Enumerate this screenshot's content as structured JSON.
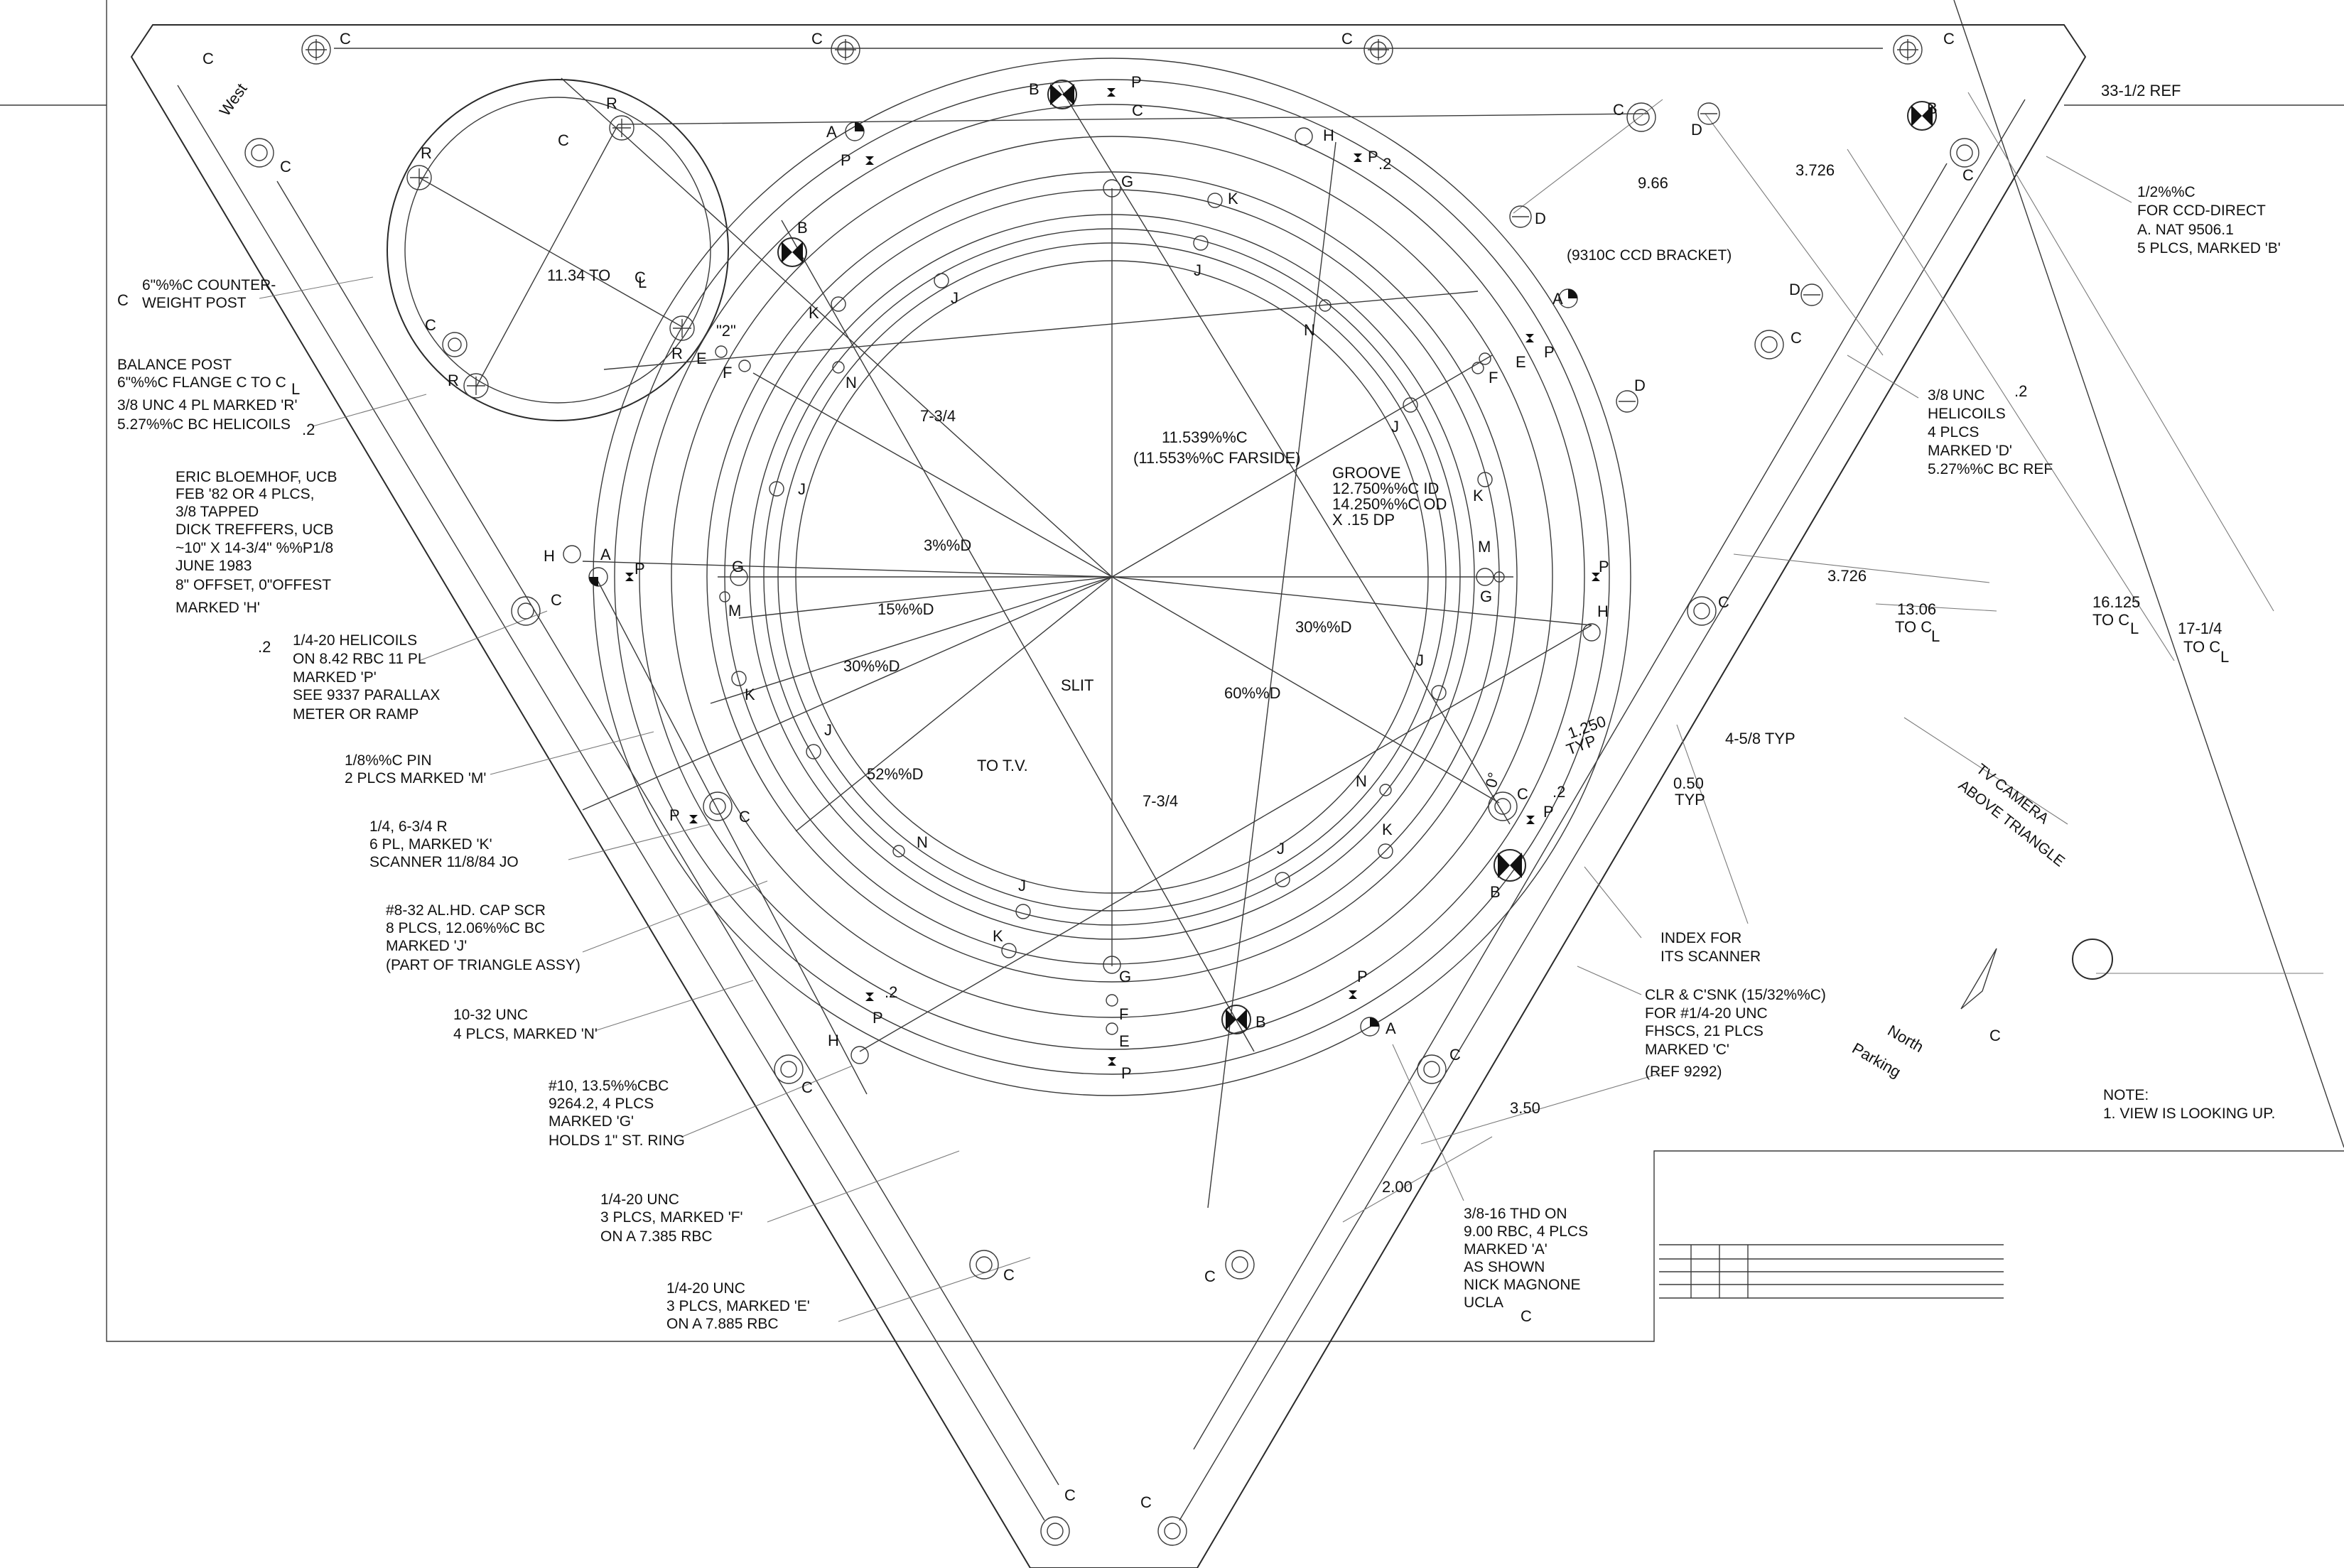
{
  "labels": {
    "west": "West",
    "north": "North",
    "parking": "Parking",
    "c": "C",
    "d": "D",
    "r": "R",
    "b": "B",
    "p": "P",
    "a": "A",
    "g": "G",
    "k": "K",
    "j": "J",
    "n": "N",
    "h": "H",
    "e": "E",
    "f": "F",
    "m": "M",
    "dot2": ".2",
    "quote2": "\"2\"",
    "zero": "0°"
  },
  "dims": {
    "ref33": "33-1/2 REF",
    "d966": "9.66",
    "d3726a": "3.726",
    "d3726b": "3.726",
    "d1306": "13.06",
    "d1306b": "TO C",
    "d16125": "16.125",
    "d16125b": "TO C",
    "d17": "17-1/4",
    "d17b": "TO C",
    "d1134": "11.34 TO",
    "d734a": "7-3/4",
    "d734b": "7-3/4",
    "d1250": "1.250",
    "typ1": "TYP",
    "d058": "4-5/8 TYP",
    "d050": "0.50",
    "typ2": "TYP",
    "d350": "3.50",
    "d200": "2.00",
    "l": "L"
  },
  "center": {
    "dia1": "11.539%%C",
    "dia2": "(11.553%%C FARSIDE)",
    "groove1": "GROOVE",
    "groove2": "12.750%%C ID",
    "groove3": "14.250%%C OD",
    "groove4": "X .15 DP",
    "a3": "3%%D",
    "a15": "15%%D",
    "a30a": "30%%D",
    "a30b": "30%%D",
    "a52": "52%%D",
    "a60": "60%%D",
    "slit": "SLIT",
    "totv": "TO T.V."
  },
  "notes": {
    "cw1": "6\"%%C COUNTER-",
    "cw2": "WEIGHT POST",
    "bp1": "BALANCE POST",
    "bp2": "6\"%%C FLANGE C TO C",
    "bp3": "3/8 UNC 4 PL MARKED 'R'",
    "bp4": "5.27%%C BC HELICOILS",
    "eb1": "ERIC BLOEMHOF, UCB",
    "eb2": "FEB '82 OR 4 PLCS,",
    "eb3": "3/8 TAPPED",
    "eb4": "DICK TREFFERS, UCB",
    "eb5": "~10\" X 14-3/4\" %%P1/8",
    "eb6": "JUNE 1983",
    "eb7": "8\" OFFSET, 0\"OFFEST",
    "eb8": "MARKED 'H'",
    "hc1": "1/4-20 HELICOILS",
    "hc2": "ON 8.42 RBC 11 PL",
    "hc3": "MARKED 'P'",
    "hc4": "SEE 9337 PARALLAX",
    "hc5": "METER OR RAMP",
    "pin1": "1/8%%C PIN",
    "pin2": "2 PLCS MARKED 'M'",
    "k1": "1/4, 6-3/4 R",
    "k2": "6 PL, MARKED 'K'",
    "k3": "SCANNER 11/8/84 JO",
    "j1": "#8-32 AL.HD. CAP SCR",
    "j2": "8 PLCS, 12.06%%C BC",
    "j3": "MARKED 'J'",
    "j4": "(PART OF TRIANGLE ASSY)",
    "n1": "10-32 UNC",
    "n2": "4 PLCS, MARKED 'N'",
    "g1": "#10, 13.5%%CBC",
    "g2": "9264.2, 4 PLCS",
    "g3": "MARKED 'G'",
    "g4": "HOLDS 1\" ST. RING",
    "f1": "1/4-20 UNC",
    "f2": "3 PLCS, MARKED 'F'",
    "f3": "ON A 7.385 RBC",
    "e1": "1/4-20 UNC",
    "e2": "3 PLCS, MARKED 'E'",
    "e3": "ON A 7.885 RBC",
    "a1": "3/8-16 THD ON",
    "a2": "9.00 RBC, 4 PLCS",
    "a3": "MARKED 'A'",
    "a4": "AS SHOWN",
    "a5": "NICK MAGNONE",
    "a6": "UCLA",
    "ccd": "(9310C CCD BRACKET)",
    "b1": "1/2%%C",
    "b2": "FOR CCD-DIRECT",
    "b3": "A. NAT 9506.1",
    "b4": "5 PLCS, MARKED 'B'",
    "d1": "3/8 UNC",
    "d2": "HELICOILS",
    "d3": "4 PLCS",
    "d4": "MARKED 'D'",
    "d5": "5.27%%C BC REF",
    "tv1": "TV CAMERA",
    "tv2": "ABOVE TRIANGLE",
    "idx1": "INDEX FOR",
    "idx2": "ITS SCANNER",
    "clr1": "CLR & C'SNK (15/32%%C)",
    "clr2": "FOR #1/4-20 UNC",
    "clr3": "FHSCS, 21 PLCS",
    "clr4": "MARKED 'C'",
    "clr5": "(REF 9292)",
    "note1": "NOTE:",
    "note2": "1. VIEW IS LOOKING UP."
  }
}
